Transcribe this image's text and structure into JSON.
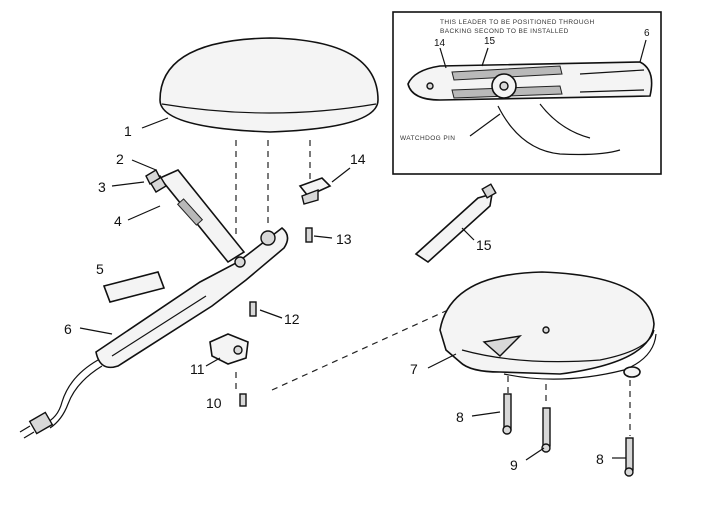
{
  "callouts": {
    "c1": "1",
    "c2": "2",
    "c3": "3",
    "c4": "4",
    "c5": "5",
    "c6": "6",
    "c7": "7",
    "c8a": "8",
    "c8b": "8",
    "c9": "9",
    "c10": "10",
    "c11": "11",
    "c12": "12",
    "c13": "13",
    "c14": "14",
    "c15": "15"
  },
  "inset": {
    "note_line1": "THIS LEADER TO BE POSITIONED THROUGH",
    "note_line2": "BACKING SECOND TO BE INSTALLED",
    "bottom_note": "WATCHDOG PIN",
    "label_14": "14",
    "label_15": "15",
    "label_6": "6"
  }
}
